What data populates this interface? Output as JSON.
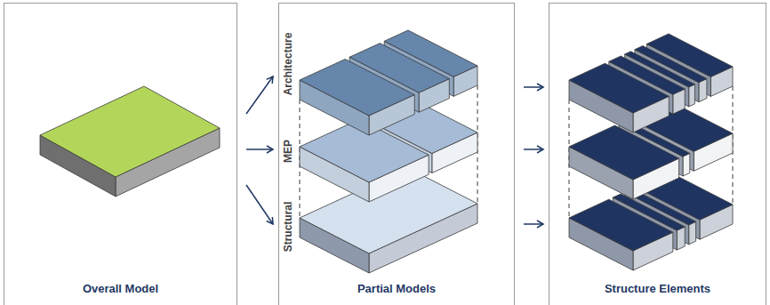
{
  "diagram": {
    "nodes": [
      {
        "text": [
          "Overall Model"
        ]
      },
      {
        "text": [
          "Partial Models"
        ]
      },
      {
        "text": [
          "Structure Elements"
        ]
      }
    ],
    "edges": [
      {
        "from": 0,
        "to": 1,
        "arrow": "to"
      },
      {
        "from": 0,
        "to": 1,
        "arrow": "to"
      },
      {
        "from": 0,
        "to": 1,
        "arrow": "to"
      },
      {
        "from": 1,
        "to": 2,
        "arrow": "to"
      },
      {
        "from": 1,
        "to": 2,
        "arrow": "to"
      },
      {
        "from": 1,
        "to": 2,
        "arrow": "to"
      }
    ],
    "labels": [
      "Architecture",
      "MEP",
      "Structural"
    ]
  }
}
